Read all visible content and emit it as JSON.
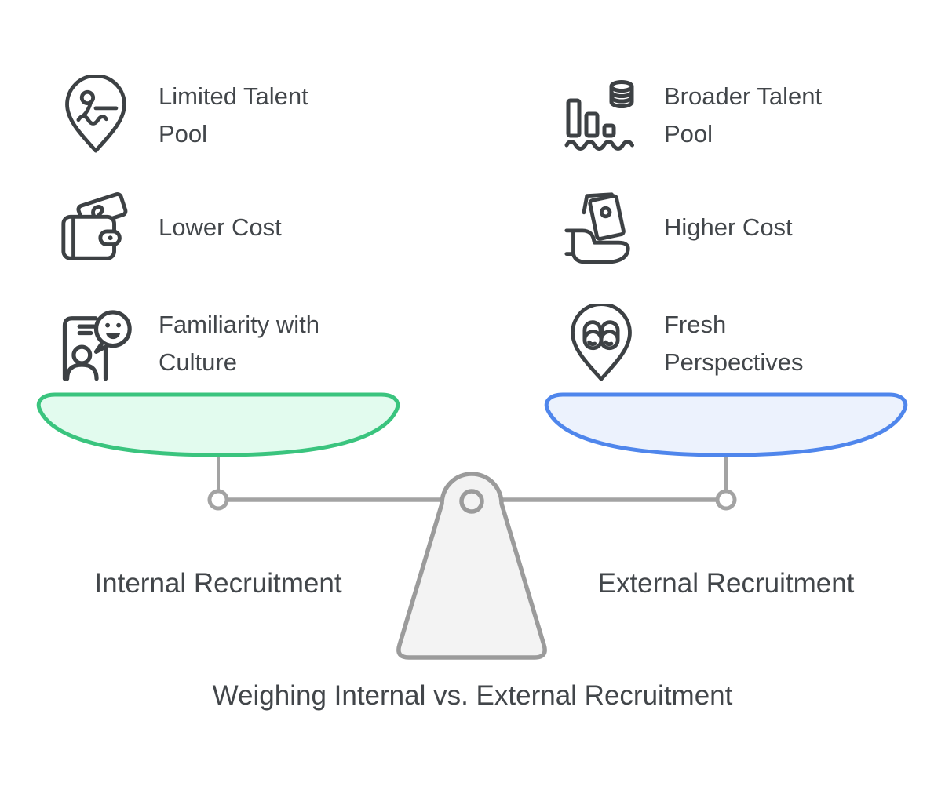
{
  "title": "Weighing Internal vs. External Recruitment",
  "colors": {
    "left_pan_fill": "#e2fbee",
    "left_pan_stroke": "#3ac47e",
    "right_pan_fill": "#ecf2fd",
    "right_pan_stroke": "#4f86ec",
    "scale_gray": "#a3a3a3",
    "fulcrum_fill": "#f3f3f3",
    "fulcrum_stroke": "#9b9b9b",
    "icon_stroke": "#3d4144",
    "text": "#42464a"
  },
  "left_side": {
    "pan_label": "Internal Recruitment",
    "items": [
      {
        "icon": "swimmer-location-pin-icon",
        "label": "Limited Talent\nPool"
      },
      {
        "icon": "wallet-banknote-icon",
        "label": "Lower Cost"
      },
      {
        "icon": "person-smiley-chat-icon",
        "label": "Familiarity with\nCulture"
      }
    ]
  },
  "right_side": {
    "pan_label": "External Recruitment",
    "items": [
      {
        "icon": "bars-coins-pool-icon",
        "label": "Broader Talent\nPool"
      },
      {
        "icon": "hand-holding-money-icon",
        "label": "Higher Cost"
      },
      {
        "icon": "binoculars-location-pin-icon",
        "label": "Fresh\nPerspectives"
      }
    ]
  }
}
